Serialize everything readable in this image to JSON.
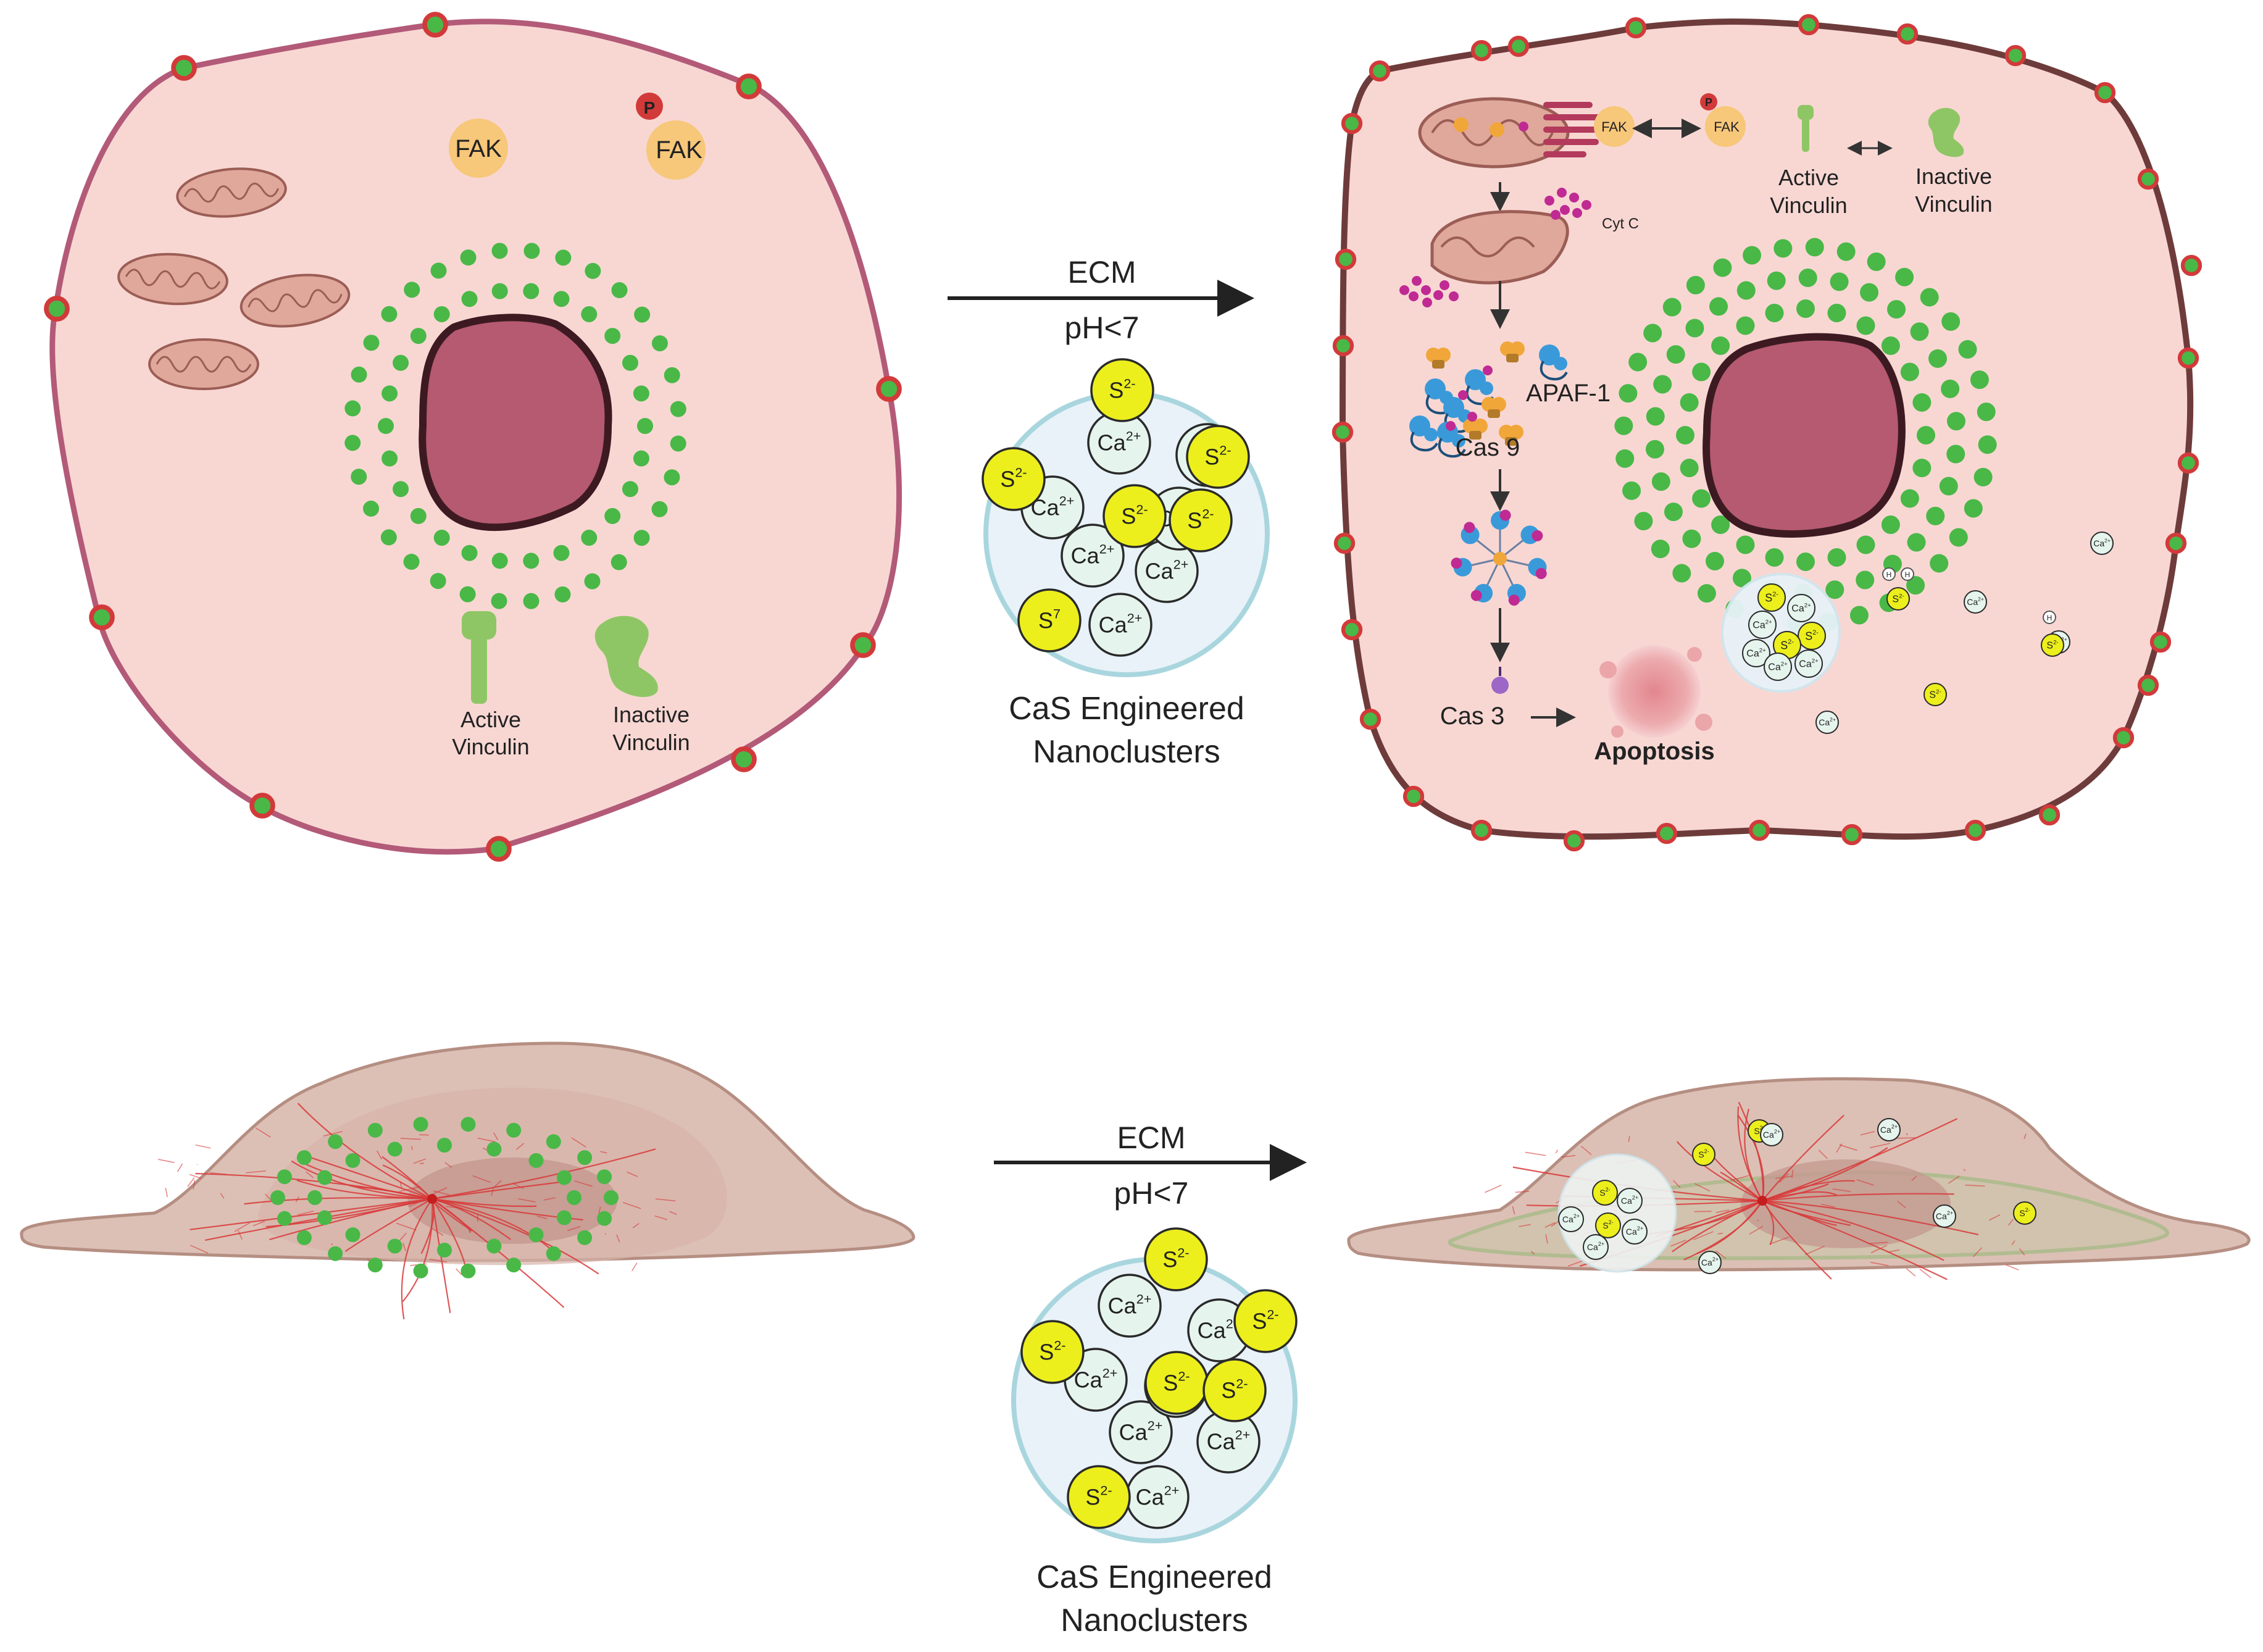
{
  "colors": {
    "cell_fill": "#f8d7d3",
    "cell_border": "#b35a78",
    "cell_border_dark": "#6e3b3b",
    "nucleus": "#b55a70",
    "nucleus_border": "#3d1a22",
    "green_dot": "#49b847",
    "adhesion_red": "#d23a3a",
    "mito_fill": "#e0a89b",
    "mito_stroke": "#9b5d55",
    "fak": "#f7c77a",
    "vinculin": "#8fc665",
    "sulfide": "#ecef1c",
    "calcium": "#e6f4ee",
    "nano_bg": "#e8f2f8",
    "nano_border": "#a9d6de",
    "apaf": "#3a9ad9",
    "cas": "#f1a63a",
    "cytc": "#c02a93",
    "apoptosis": "#d8838b",
    "flat_cell": "#dcc0b5",
    "flat_cell_stroke": "#b58e82",
    "actin": "#d83a3a",
    "flat_nucleus": "#c49a91",
    "green_outline": "#8fb872"
  },
  "top_left_cell": {
    "fak_label": "FAK",
    "pfak_label": "FAK",
    "p_label": "P",
    "active_vinculin": [
      "Active",
      "Vinculin"
    ],
    "inactive_vinculin": [
      "Inactive",
      "Vinculin"
    ]
  },
  "top_arrow": {
    "line1": "ECM",
    "line2": "pH<7"
  },
  "bottom_arrow": {
    "line1": "ECM",
    "line2": "pH<7"
  },
  "nanocluster_top": {
    "caption": [
      "CaS Engineered",
      "Nanoclusters"
    ],
    "ca": "Ca",
    "ca_charge": "2+",
    "s": "S",
    "s_charge": "2-",
    "s_charge_alt": "7"
  },
  "nanocluster_bottom": {
    "caption": [
      "CaS Engineered",
      "Nanoclusters"
    ],
    "ca": "Ca",
    "ca_charge": "2+",
    "s": "S",
    "s_charge": "2-"
  },
  "top_right_cell": {
    "fak_label": "FAK",
    "pfak_label": "FAK",
    "p_label": "P",
    "active_vinculin": [
      "Active",
      "Vinculin"
    ],
    "inactive_vinculin": [
      "Inactive",
      "Vinculin"
    ],
    "cytc": "Cyt C",
    "apaf": "APAF-1",
    "cas9": "Cas 9",
    "cas3": "Cas 3",
    "apoptosis": "Apoptosis",
    "ca_small": "Ca",
    "ca_small_charge": "2+",
    "s_small": "S",
    "s_small_charge": "2-",
    "h": "H"
  }
}
